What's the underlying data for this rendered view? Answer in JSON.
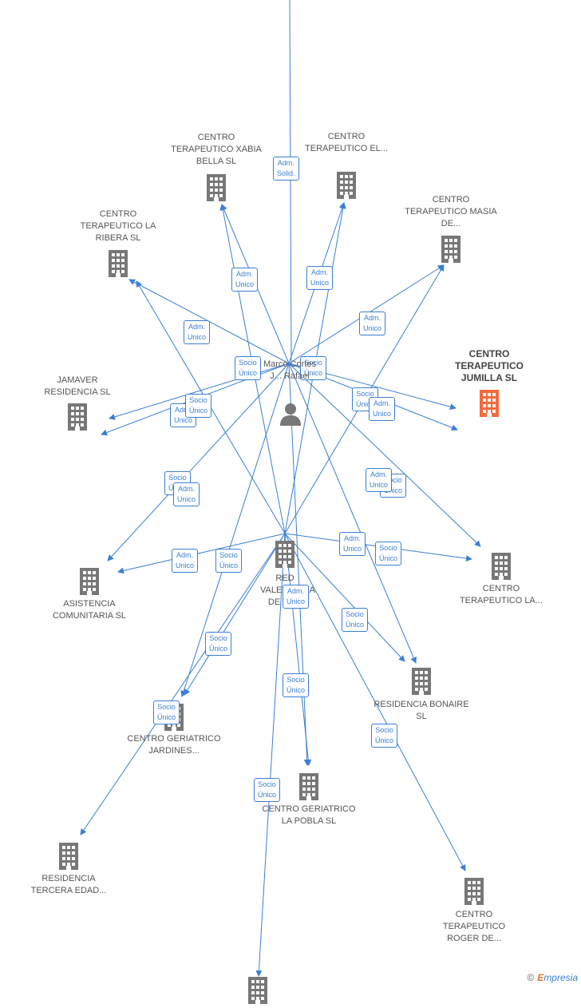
{
  "colors": {
    "edge": "#3a7fd5",
    "node": "#777777",
    "highlight": "#f26a3d"
  },
  "center_person": {
    "label": "Marco Cortes J... Rafael",
    "icon": "person-icon"
  },
  "nodes": [
    {
      "id": "xabia",
      "label": "CENTRO TERAPEUTICO XABIA BELLA SL",
      "icon": "building-icon"
    },
    {
      "id": "el",
      "label": "CENTRO TERAPEUTICO EL...",
      "icon": "building-icon"
    },
    {
      "id": "ribera",
      "label": "CENTRO TERAPEUTICO LA RIBERA  SL",
      "icon": "building-icon"
    },
    {
      "id": "masia",
      "label": "CENTRO TERAPEUTICO MASIA DE...",
      "icon": "building-icon"
    },
    {
      "id": "jumilla",
      "label": "CENTRO TERAPEUTICO JUMILLA  SL",
      "icon": "building-icon",
      "highlight": true
    },
    {
      "id": "jamaver",
      "label": "JAMAVER RESIDENCIA SL",
      "icon": "building-icon"
    },
    {
      "id": "red",
      "label": "RED VALENCIANA DE SA...",
      "icon": "building-icon"
    },
    {
      "id": "asistencia",
      "label": "ASISTENCIA COMUNITARIA SL",
      "icon": "building-icon"
    },
    {
      "id": "terla",
      "label": "CENTRO TERAPEUTICO LA...",
      "icon": "building-icon"
    },
    {
      "id": "bonaire",
      "label": "RESIDENCIA BONAIRE SL",
      "icon": "building-icon"
    },
    {
      "id": "jardines",
      "label": "CENTRO GERIATRICO JARDINES...",
      "icon": "building-icon"
    },
    {
      "id": "pobla",
      "label": "CENTRO GERIATRICO LA POBLA SL",
      "icon": "building-icon"
    },
    {
      "id": "tercera",
      "label": "RESIDENCIA TERCERA EDAD...",
      "icon": "building-icon"
    },
    {
      "id": "roger",
      "label": "CENTRO TERAPEUTICO ROGER DE...",
      "icon": "building-icon"
    },
    {
      "id": "bottom",
      "label": "",
      "icon": "building-icon"
    }
  ],
  "edge_labels": [
    {
      "l1": "Adm.",
      "l2": "Solid."
    },
    {
      "l1": "Adm.",
      "l2": "Unico"
    },
    {
      "l1": "Adm.",
      "l2": "Unico"
    },
    {
      "l1": "Adm.",
      "l2": "Unico"
    },
    {
      "l1": "Adm.",
      "l2": "Unico"
    },
    {
      "l1": "Socio",
      "l2": "Único"
    },
    {
      "l1": "Socio",
      "l2": "Único"
    },
    {
      "l1": "Adm.",
      "l2": "Unico"
    },
    {
      "l1": "Socio",
      "l2": "Único"
    },
    {
      "l1": "Socio",
      "l2": "Único"
    },
    {
      "l1": "Adm.",
      "l2": "Unico"
    },
    {
      "l1": "Socio",
      "l2": "Único"
    },
    {
      "l1": "Adm.",
      "l2": "Unico"
    },
    {
      "l1": "Socio",
      "l2": "Único"
    },
    {
      "l1": "Adm.",
      "l2": "Unico"
    },
    {
      "l1": "Socio",
      "l2": "Único"
    },
    {
      "l1": "Adm.",
      "l2": "Unico"
    },
    {
      "l1": "Adm.",
      "l2": "Unico"
    },
    {
      "l1": "Socio",
      "l2": "Único"
    },
    {
      "l1": "Adm.",
      "l2": "Unico"
    },
    {
      "l1": "Socio",
      "l2": "Único"
    },
    {
      "l1": "Socio",
      "l2": "Único"
    },
    {
      "l1": "Socio",
      "l2": "Único"
    },
    {
      "l1": "Socio",
      "l2": "Único"
    },
    {
      "l1": "Socio",
      "l2": "Único"
    },
    {
      "l1": "Socio",
      "l2": "Único"
    }
  ],
  "brand": {
    "copyright": "©",
    "first": "E",
    "rest": "mpresia"
  }
}
